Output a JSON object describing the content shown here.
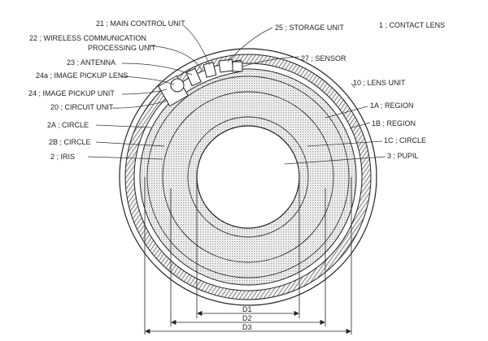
{
  "figure": {
    "title": "1 ; CONTACT LENS",
    "labels": {
      "main_control_unit": "21 ; MAIN CONTROL UNIT",
      "wireless_unit_line1": "22 ; WIRELESS COMMUNICATION",
      "wireless_unit_line2": "PROCESSING UNIT",
      "antenna": "23 ; ANTENNA",
      "image_pickup_lens": "24a ; IMAGE PICKUP LENS",
      "image_pickup_unit": "24 ; IMAGE PICKUP UNIT",
      "circuit_unit": "20 ; CIRCUIT UNIT",
      "circle_2a": "2A ; CIRCLE",
      "circle_2b": "2B ; CIRCLE",
      "iris": "2 ; IRIS",
      "storage_unit": "25 ; STORAGE UNIT",
      "sensor": "27 ; SENSOR",
      "lens_unit": "10 ; LENS UNIT",
      "region_1a": "1A ; REGION",
      "region_1b": "1B ; REGION",
      "circle_1c": "1C ; CIRCLE",
      "pupil": "3 ; PUPIL"
    },
    "dimensions": {
      "d1": "D1",
      "d2": "D2",
      "d3": "D3"
    }
  }
}
